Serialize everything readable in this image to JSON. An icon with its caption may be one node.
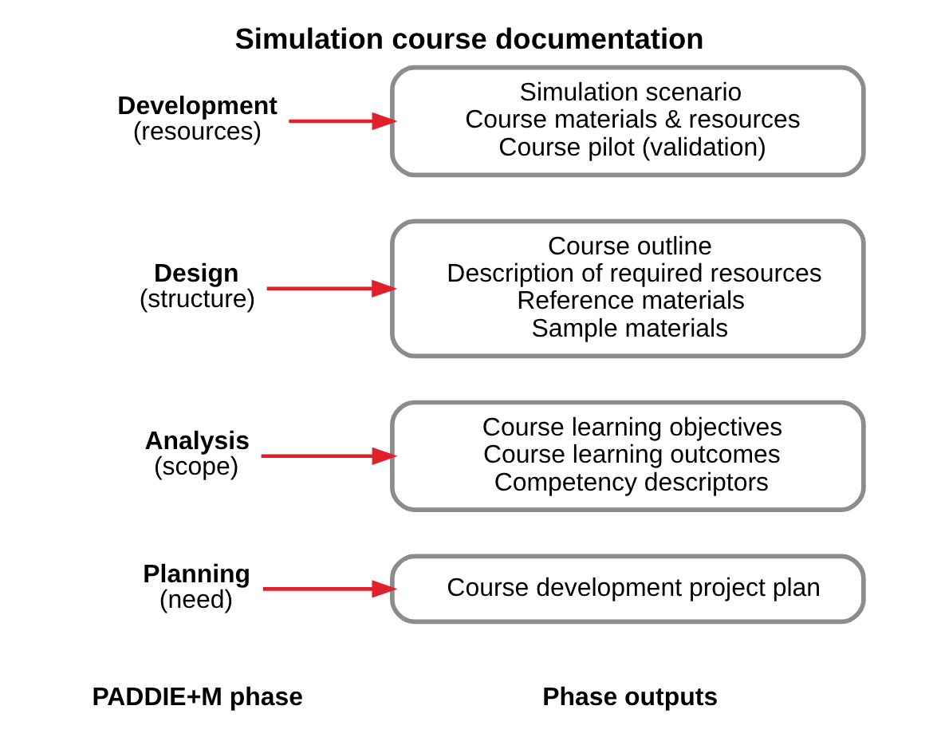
{
  "diagram": {
    "title": "Simulation course documentation",
    "nodes": [
      {
        "text": [
          "Planning",
          "(need)"
        ]
      },
      {
        "text": [
          "Course development project plan"
        ]
      },
      {
        "text": [
          "Analysis",
          "(scope)"
        ]
      },
      {
        "text": [
          "Course learning objectives",
          "Course learning outcomes",
          "Competency descriptors"
        ]
      },
      {
        "text": [
          "Design",
          "(structure)"
        ]
      },
      {
        "text": [
          "Course outline",
          "Description of required resources",
          "Reference materials",
          "Sample materials"
        ]
      },
      {
        "text": [
          "Development",
          "(resources)"
        ]
      },
      {
        "text": [
          "Simulation scenario",
          "Course materials & resources",
          "Course pilot (validation)"
        ]
      }
    ],
    "edges": [
      {
        "from": 0,
        "to": 1,
        "arrow": "to"
      },
      {
        "from": 2,
        "to": 3,
        "arrow": "to"
      },
      {
        "from": 4,
        "to": 5,
        "arrow": "to"
      },
      {
        "from": 6,
        "to": 7,
        "arrow": "to"
      }
    ],
    "labels": [
      "PADDIE+M phase",
      "Phase outputs"
    ]
  }
}
